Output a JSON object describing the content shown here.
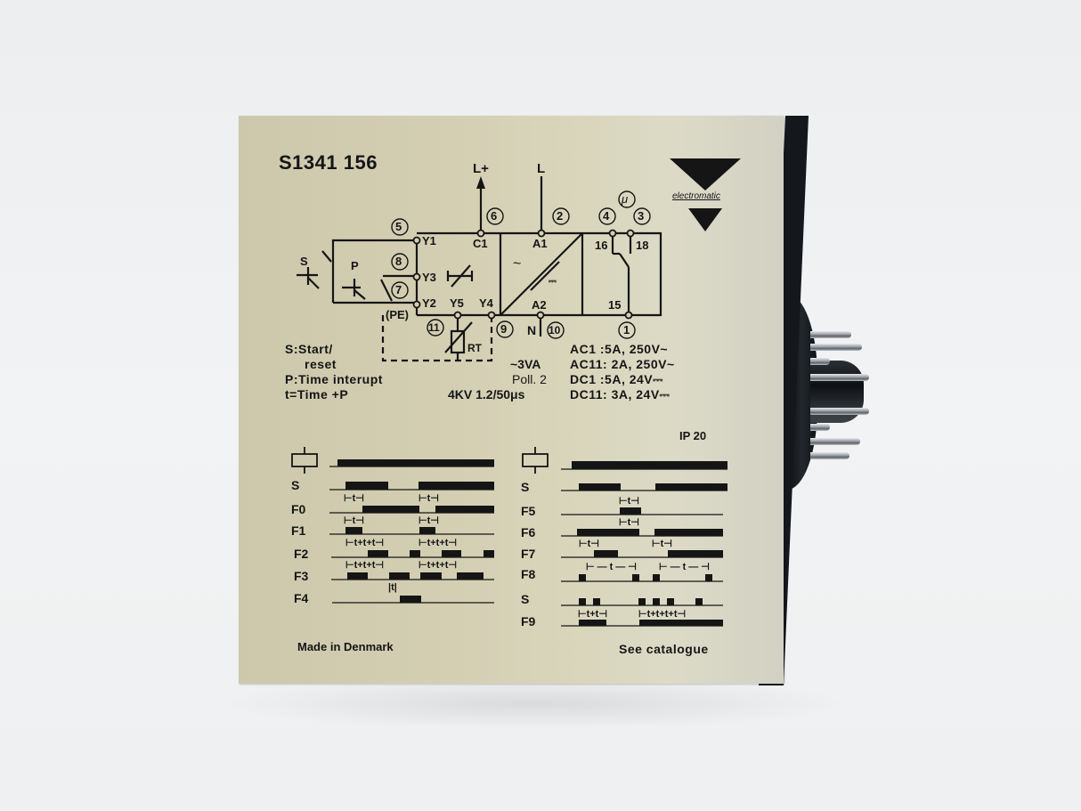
{
  "product": {
    "model_number": "S1341 156",
    "brand": "electromatic",
    "origin": "Made in Denmark",
    "catalogue_note": "See catalogue",
    "ip_rating": "IP 20"
  },
  "wiring_diagram": {
    "supply_labels": {
      "l_plus": "L+",
      "l": "L",
      "n": "N",
      "mu": "μ"
    },
    "terminals": {
      "t1": "1",
      "t2": "2",
      "t3": "3",
      "t4": "4",
      "t5": "5",
      "t6": "6",
      "t7": "7",
      "t8": "8",
      "t9": "9",
      "t10": "10",
      "t11": "11"
    },
    "pins": {
      "y1": "Y1",
      "y2": "Y2",
      "y3": "Y3",
      "y4": "Y4",
      "y5": "Y5",
      "c1": "C1",
      "a1": "A1",
      "a2": "A2",
      "c16": "16",
      "c18": "18",
      "c15": "15",
      "pe": "(PE)",
      "rt": "RT"
    },
    "switch_labels": {
      "s": "S",
      "p": "P"
    }
  },
  "legend": {
    "line1": "S:Start/",
    "line2": "reset",
    "line3": "P:Time interupt",
    "line4": "t=Time +P"
  },
  "specs": {
    "power": "~3VA",
    "pollution": "Poll. 2",
    "impulse": "4KV 1.2/50μs",
    "ac1": "AC1 :5A, 250V~",
    "ac11": "AC11: 2A, 250V~",
    "dc1": "DC1 :5A, 24V⎓",
    "dc11": "DC11: 3A, 24V⎓"
  },
  "timing_charts": {
    "left": {
      "rows": [
        "S",
        "F0",
        "F1",
        "F2",
        "F3",
        "F4"
      ],
      "t_marks": {
        "f0": "⊢t⊣",
        "f1": "⊢t⊣",
        "f2": "⊢t+t+t⊣",
        "f3": "⊢t+t+t⊣",
        "f4": "|t|"
      }
    },
    "right": {
      "rows": [
        "S",
        "F5",
        "F6",
        "F7",
        "F8",
        "S",
        "F9"
      ],
      "t_marks": {
        "f5": "⊢t⊣",
        "f6": "⊢t⊣",
        "f7": "⊢t⊣",
        "f8": "⊢—t—⊣",
        "f9a": "⊢t+t⊣",
        "f9b": "⊢t+t+t+t⊣"
      }
    }
  },
  "colors": {
    "label_face": "#d4cfb3",
    "ink": "#151515",
    "housing": "#14181d",
    "background": "#eef0f1"
  }
}
